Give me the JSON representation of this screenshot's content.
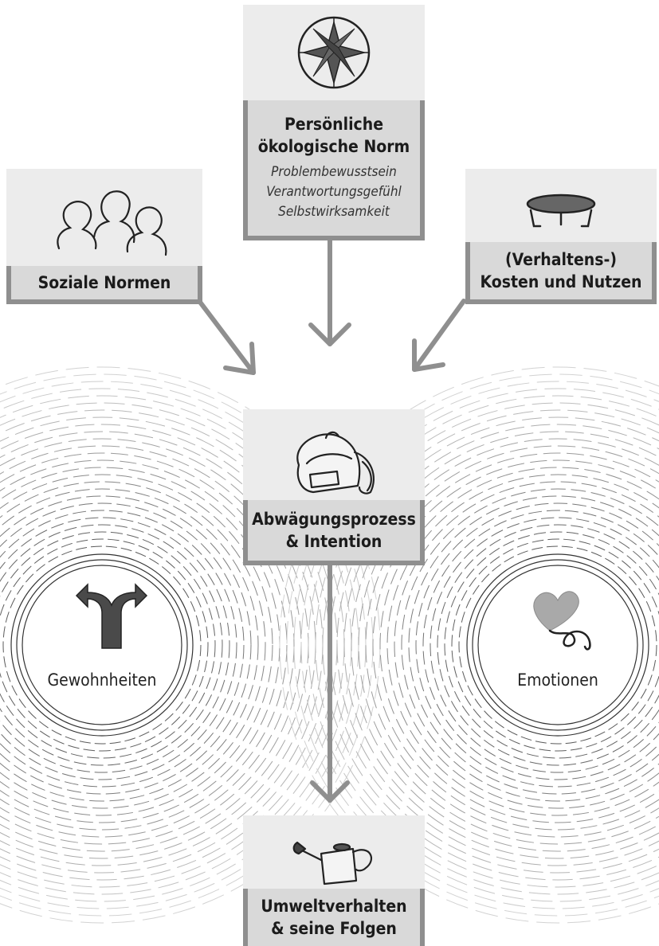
{
  "nodes": {
    "personal_norm": {
      "title_line1": "Persönliche",
      "title_line2": "ökologische Norm",
      "items": [
        "Problembewusstsein",
        "Verantwortungsgefühl",
        "Selbstwirksamkeit"
      ],
      "icon": "compass-rose-icon"
    },
    "social_norms": {
      "title": "Soziale Normen",
      "icon": "group-of-people-icon"
    },
    "cost_benefit": {
      "title_line1": "(Verhaltens-)",
      "title_line2": "Kosten und Nutzen",
      "icon": "trampoline-icon"
    },
    "weighing": {
      "title_line1": "Abwägungsprozess",
      "title_line2": "& Intention",
      "icon": "backpack-icon"
    },
    "behavior": {
      "title_line1": "Umweltverhalten",
      "title_line2": "& seine Folgen",
      "icon": "watering-can-icon"
    }
  },
  "influences": {
    "habits": {
      "label": "Gewohnheiten",
      "icon": "fork-arrow-icon"
    },
    "emotions": {
      "label": "Emotionen",
      "icon": "heart-balloon-icon"
    }
  },
  "colors": {
    "card_bg": "#ececec",
    "band_bg": "#d9d9d9",
    "frame": "#8f8f8f",
    "arrow": "#8f8f8f"
  }
}
